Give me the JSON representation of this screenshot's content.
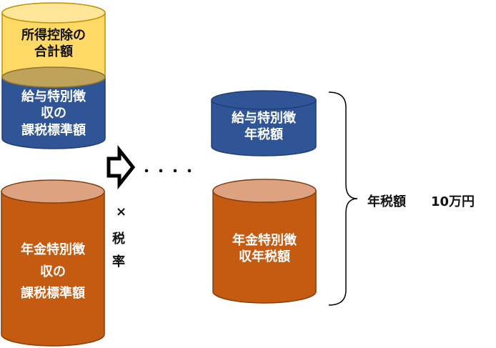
{
  "cylinders": {
    "deduction": {
      "label": "所得控除の\n合計額",
      "fill": "#ffd966",
      "top_fill": "#ffe699",
      "edge": "#bf9000"
    },
    "salary_base": {
      "label": "給与特別徴\n収の\n課税標準額",
      "fill": "#2f5597",
      "top_fill": "#bfa35a"
    },
    "pension_base": {
      "label": "年金特別徴\n収の\n課税標準額",
      "fill": "#c55a11",
      "top_fill": "#dda381"
    },
    "salary_tax": {
      "label": "給与特別徴\n年税額",
      "fill": "#2f5597",
      "top_fill": "#2f5597"
    },
    "pension_tax": {
      "label": "年金特別徴\n収年税額",
      "fill": "#c55a11",
      "top_fill": "#dda381"
    }
  },
  "operator": {
    "multiply": "×",
    "rate_1": "税",
    "rate_2": "率"
  },
  "ellipsis": "・・・・",
  "total": {
    "label": "年税額",
    "amount": "10万円"
  }
}
